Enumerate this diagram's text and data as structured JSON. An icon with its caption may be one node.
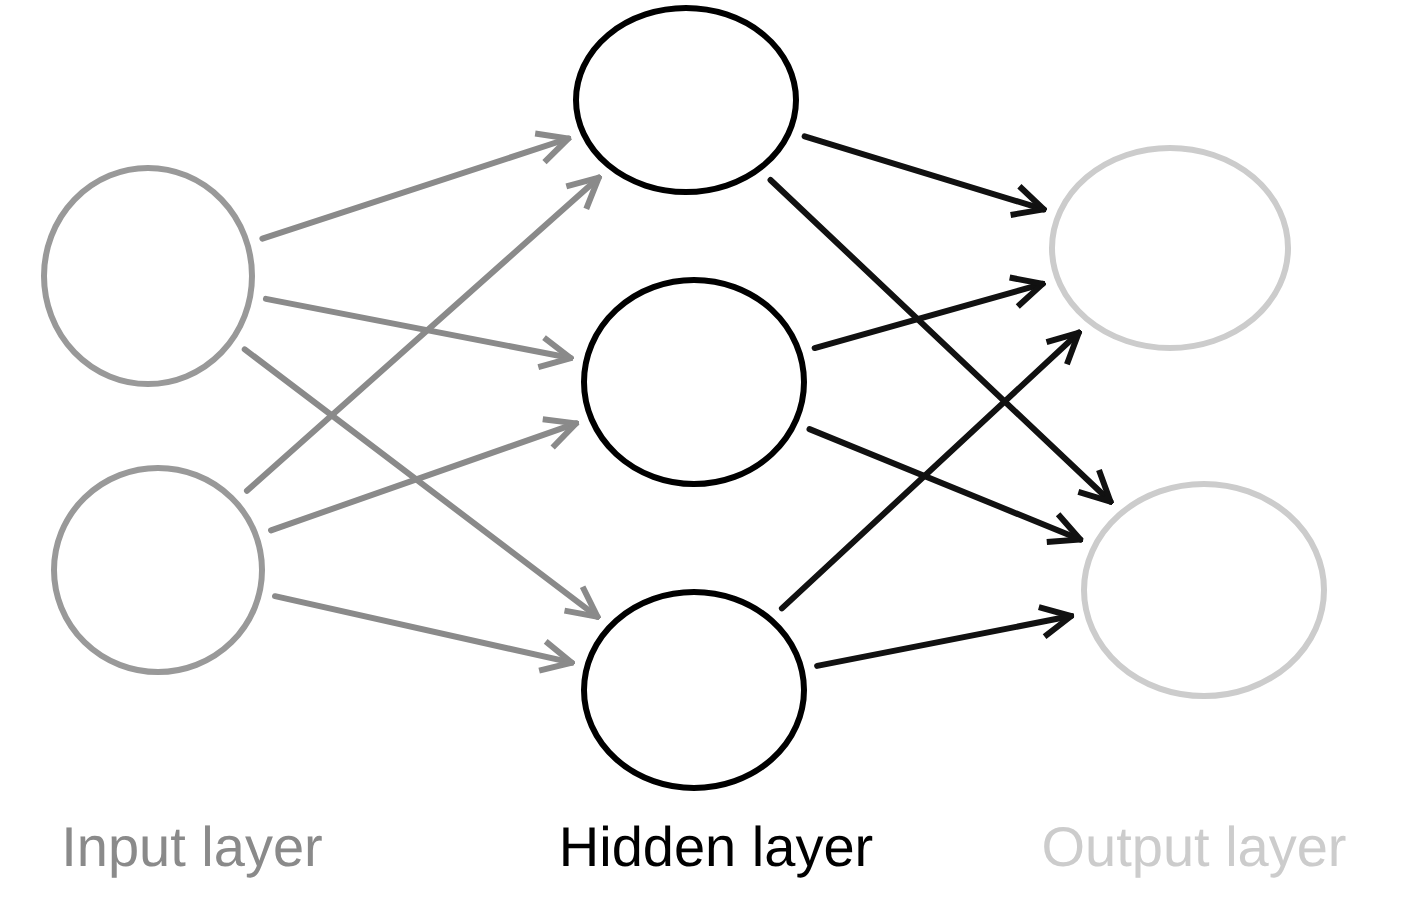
{
  "diagram": {
    "nodes": [
      {
        "text": [],
        "shape": "circle"
      },
      {
        "text": [],
        "shape": "circle"
      },
      {
        "text": [],
        "shape": "circle"
      },
      {
        "text": [],
        "shape": "circle"
      },
      {
        "text": [],
        "shape": "circle"
      },
      {
        "text": [],
        "shape": "circle"
      },
      {
        "text": [],
        "shape": "circle"
      }
    ],
    "edges": [
      {
        "from": 0,
        "to": 2,
        "arrow": "to",
        "color": "#8a8a8a"
      },
      {
        "from": 0,
        "to": 3,
        "arrow": "to",
        "color": "#8a8a8a"
      },
      {
        "from": 0,
        "to": 4,
        "arrow": "to",
        "color": "#8a8a8a"
      },
      {
        "from": 1,
        "to": 2,
        "arrow": "to",
        "color": "#8a8a8a"
      },
      {
        "from": 1,
        "to": 3,
        "arrow": "to",
        "color": "#8a8a8a"
      },
      {
        "from": 1,
        "to": 4,
        "arrow": "to",
        "color": "#8a8a8a"
      },
      {
        "from": 2,
        "to": 5,
        "arrow": "to",
        "color": "#111111"
      },
      {
        "from": 2,
        "to": 6,
        "arrow": "to",
        "color": "#111111"
      },
      {
        "from": 3,
        "to": 5,
        "arrow": "to",
        "color": "#111111"
      },
      {
        "from": 3,
        "to": 6,
        "arrow": "to",
        "color": "#111111"
      },
      {
        "from": 4,
        "to": 5,
        "arrow": "to",
        "color": "#111111"
      },
      {
        "from": 4,
        "to": 6,
        "arrow": "to",
        "color": "#111111"
      }
    ],
    "labels": [
      "Input layer",
      "Hidden layer",
      "Output layer"
    ]
  }
}
